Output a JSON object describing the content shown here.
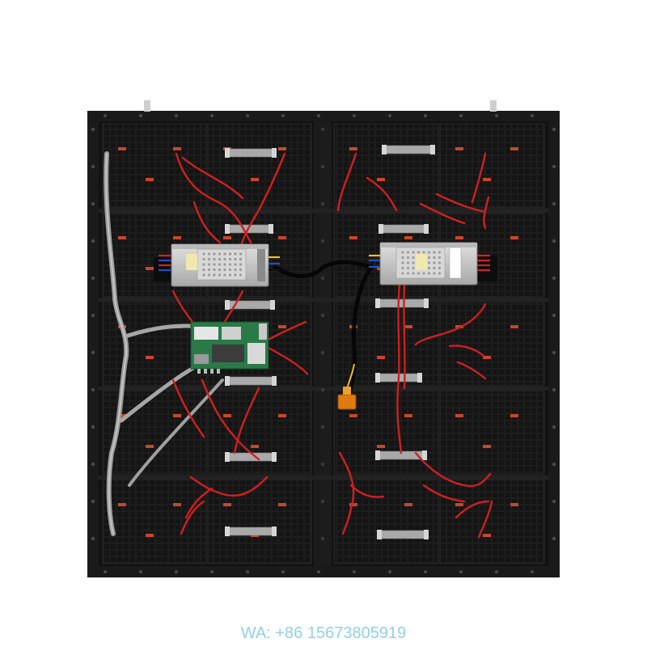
{
  "contact": {
    "text": "WA: +86 15673805919"
  },
  "colors": {
    "background": "#ffffff",
    "cabinet": "#161616",
    "frame": "#222222",
    "module": "#1b1b1b",
    "module_edge": "#2a2a2a",
    "wire_red": "#d42222",
    "wire_black": "#0c0c0c",
    "ribbon": "#a9a9a9",
    "psu": "#c9c9c9",
    "pcb_green": "#2f8a52",
    "connector_orange": "#e07a10",
    "led_orange": "#c9462a",
    "contact_text": "#8fd2e6"
  },
  "objects": {
    "cabinet": "led-display-cabinet-rear",
    "power_supplies": [
      "power-supply-left",
      "power-supply-right"
    ],
    "receiving_card": "receiving-card-pcb",
    "connector": "orange-power-connector"
  }
}
